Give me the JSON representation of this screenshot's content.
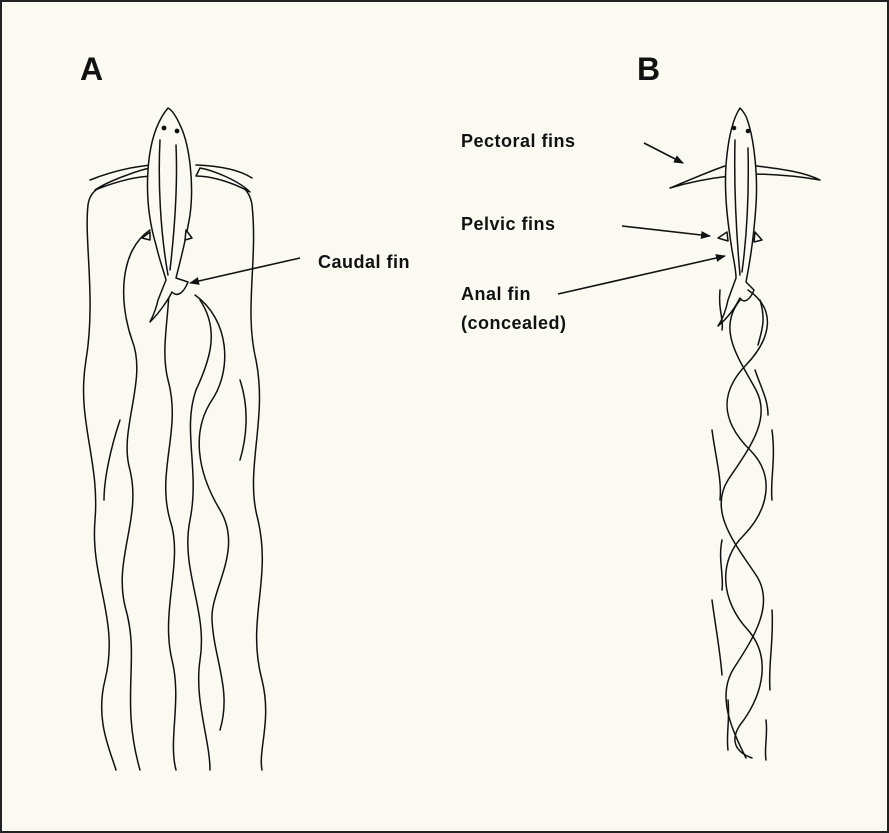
{
  "panels": {
    "a": {
      "letter": "A",
      "caudal_label": "Caudal fin"
    },
    "b": {
      "letter": "B",
      "pectoral_label": "Pectoral fins",
      "pelvic_label": "Pelvic fins",
      "anal_label_line1": "Anal fin",
      "anal_label_line2": "(concealed)"
    }
  }
}
